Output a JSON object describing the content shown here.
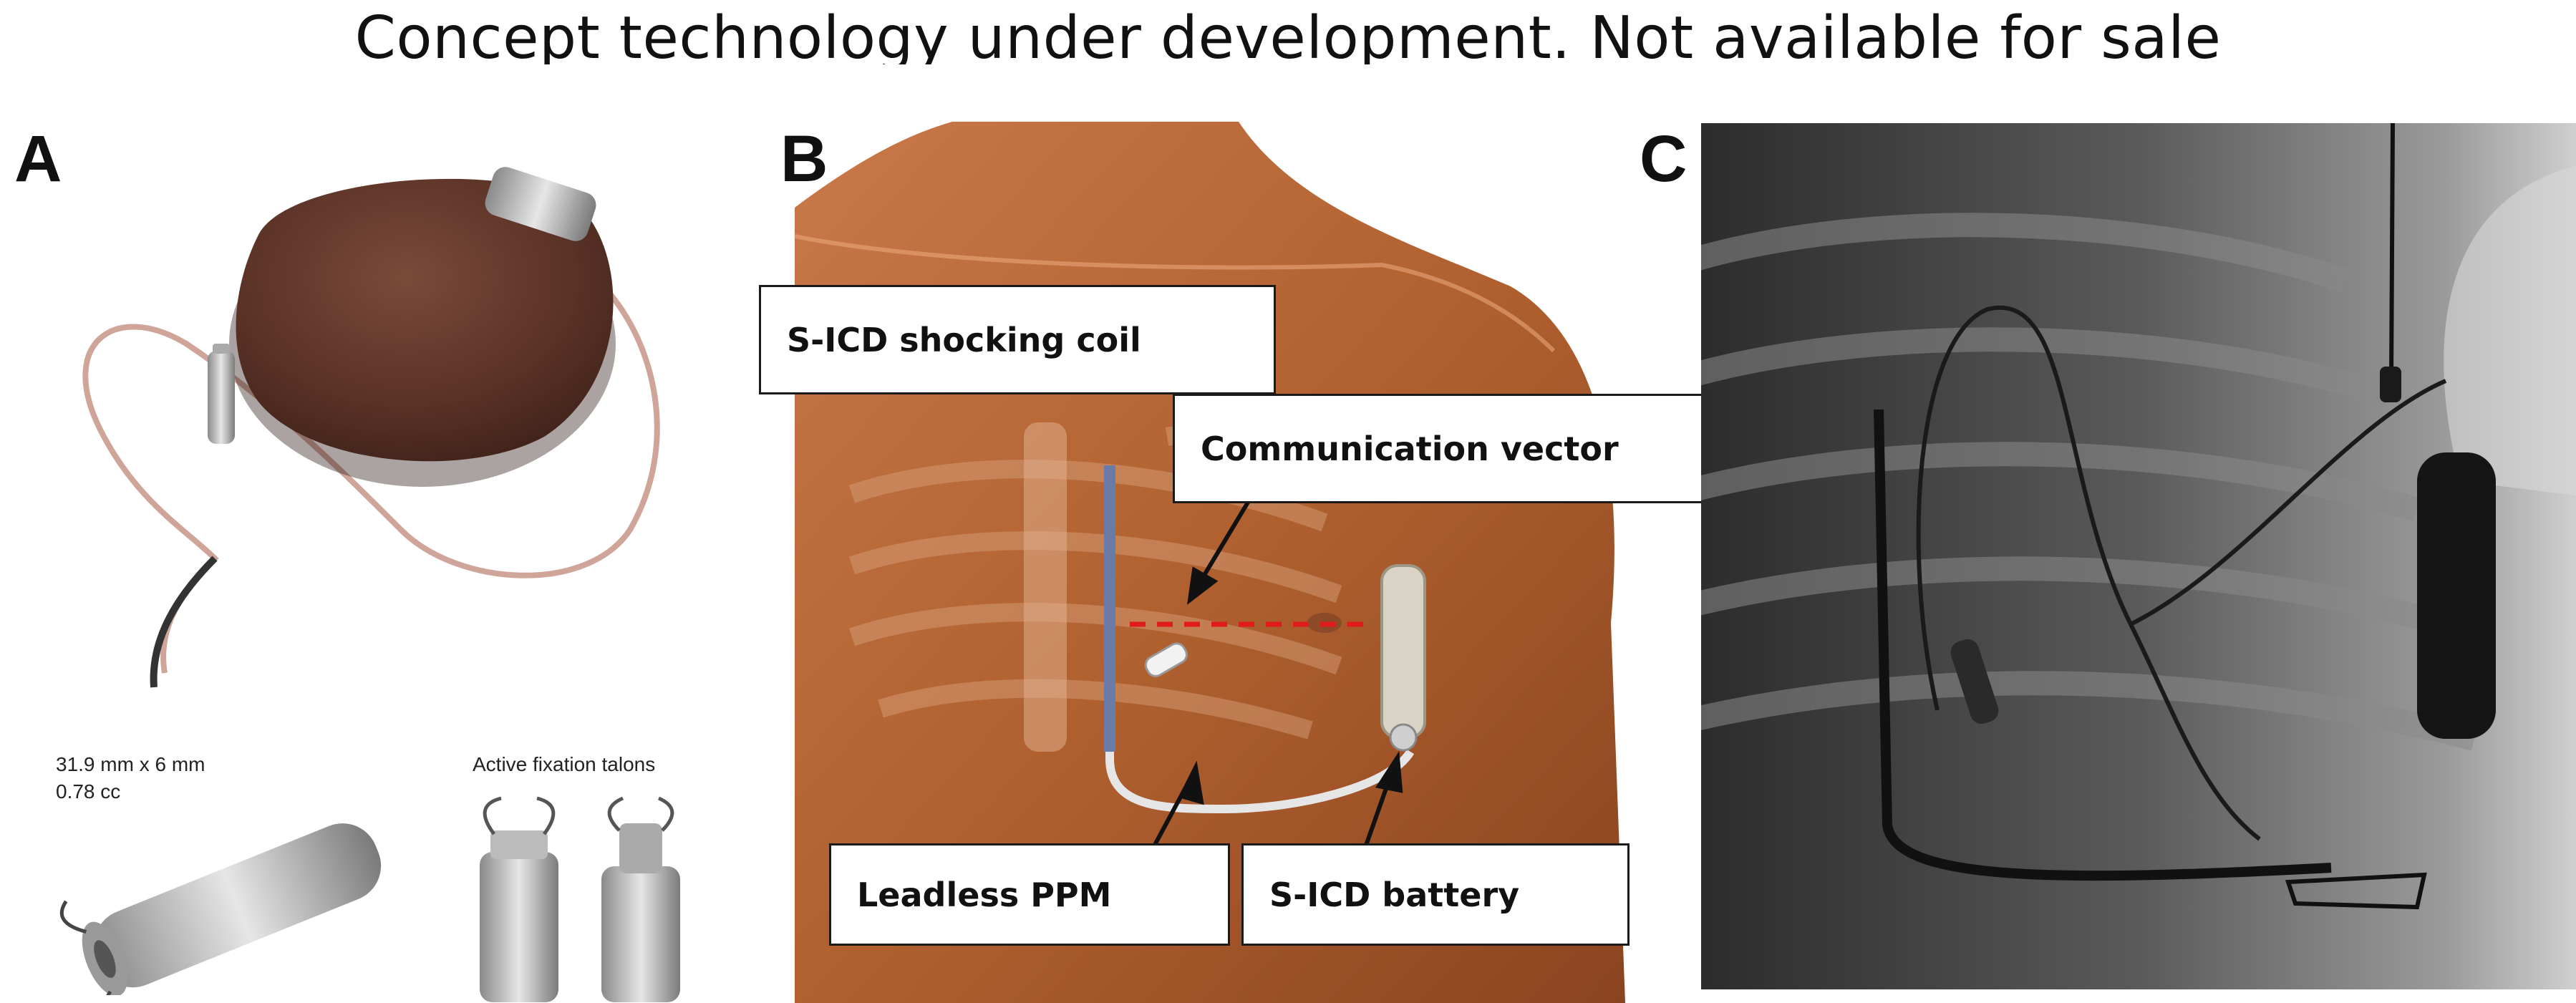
{
  "header": {
    "title": "Concept technology under development. Not available for sale"
  },
  "panels": {
    "a": {
      "letter": "A",
      "dimensions": "31.9 mm x 6 mm",
      "volume": "0.78 cc",
      "fixation_label": "Active fixation talons"
    },
    "b": {
      "letter": "B",
      "callouts": {
        "shocking_coil": "S-ICD shocking coil",
        "comm_vector": "Communication vector",
        "leadless_ppm": "Leadless PPM",
        "sicd_battery": "S-ICD battery"
      },
      "colors": {
        "vector_line": "#e11b1b",
        "skin": "#b8653a"
      }
    },
    "c": {
      "letter": "C"
    }
  }
}
